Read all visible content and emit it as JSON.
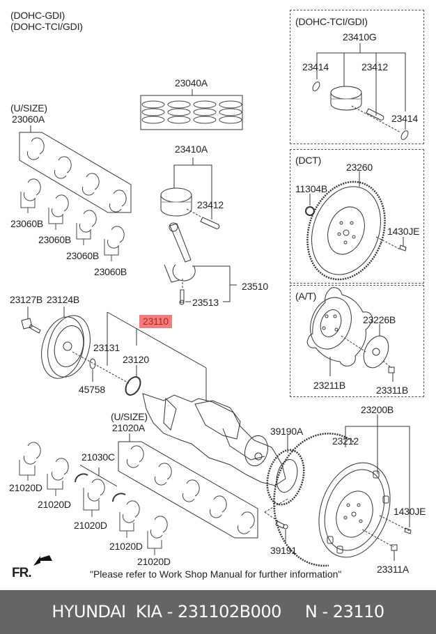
{
  "diagram": {
    "variants": [
      "(DOHC-GDI)",
      "(DOHC-TCI/GDI)"
    ],
    "highlight_color": "#f47c7c",
    "highlight_text_color": "#a8262a",
    "note": "\"Please refer to Work Shop Manual for further information\"",
    "front_marker": "FR.",
    "groups": {
      "tci": {
        "title": "(DOHC-TCI/GDI)",
        "parts": [
          "23410G",
          "23414",
          "23412",
          "23414"
        ]
      },
      "dct": {
        "title": "(DCT)",
        "parts": [
          "23260",
          "11304B",
          "1430JE"
        ]
      },
      "at": {
        "title": "(A/T)",
        "parts": [
          "23226B",
          "23211B",
          "23311B"
        ]
      }
    },
    "labels": {
      "rings": "23040A",
      "usize_upper": "(U/SIZE)",
      "bearing_upper_set": "23060A",
      "bearing_upper": "23060B",
      "piston_assy": "23410A",
      "piston_pin": "23412",
      "conrod": "23510",
      "conrod_bolt": "23513",
      "bolt": "23127B",
      "pulley": "23124B",
      "crankshaft": "23110",
      "key": "23131",
      "sprocket": "23120",
      "washer": "45758",
      "usize_lower": "(U/SIZE)",
      "main_bearing_set": "21020A",
      "thrust": "21030C",
      "main_bearing": "21020D",
      "target_wheel": "39190A",
      "target_bolt": "39191",
      "flywheel_assy": "23200B",
      "ring_gear": "23212",
      "dowel": "1430JE",
      "flywheel_bolt": "23311A"
    }
  },
  "footer": {
    "brand": "HYUNDAI  KIA",
    "separator": " - ",
    "part_number": "231102B000",
    "ref_prefix": "N",
    "ref_number": "23110"
  }
}
